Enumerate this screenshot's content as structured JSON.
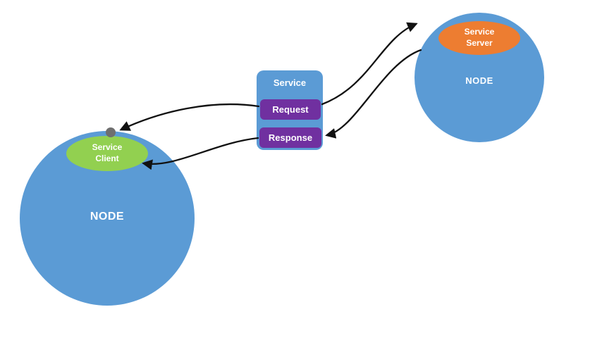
{
  "diagram": {
    "left_node": {
      "label": "NODE"
    },
    "right_node": {
      "label": "NODE"
    },
    "service_client": {
      "line1": "Service",
      "line2": "Client"
    },
    "service_server": {
      "line1": "Service",
      "line2": "Server"
    },
    "service": {
      "title": "Service",
      "request_label": "Request",
      "response_label": "Response"
    },
    "colors": {
      "node_fill": "#5b9bd5",
      "client_fill": "#92d050",
      "server_fill": "#ed7d31",
      "message_fill": "#7030a0",
      "dot_fill": "#6f6f6f",
      "arrow": "#111111",
      "text": "#ffffff",
      "background": "#ffffff"
    }
  }
}
